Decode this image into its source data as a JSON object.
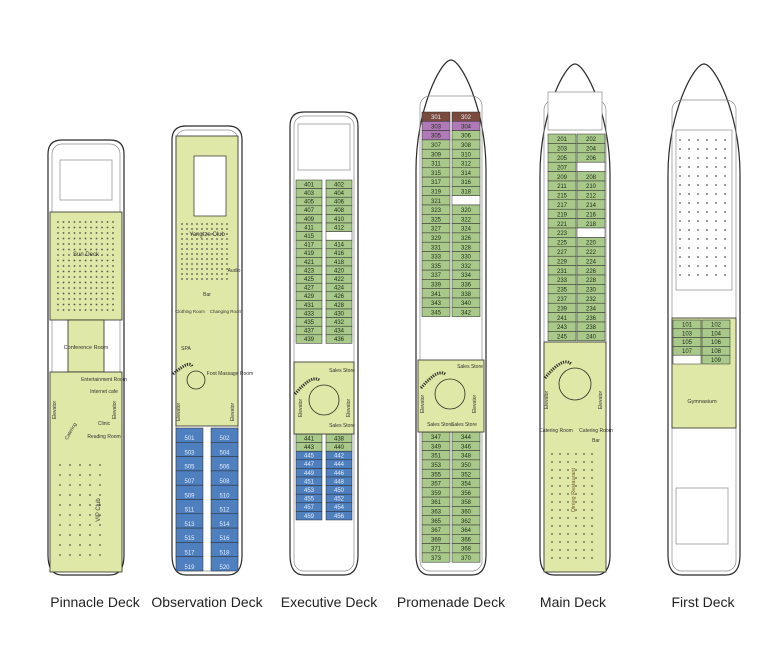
{
  "colors": {
    "outline": "#2a2a2a",
    "detail": "#8a8a8a",
    "public_area": "#dfe8a6",
    "standard_cabin": "#a9c98b",
    "junior_suite": "#4e7fbf",
    "suite_brown": "#7a4a3c",
    "suite_purple": "#b07ab8",
    "label": "#222222"
  },
  "decks": [
    {
      "id": "pinnacle",
      "name": "Pinnacle Deck",
      "areas": [
        "Sun Deck",
        "Conference Room",
        "Entertainment Room",
        "Internet cafe",
        "Elevator",
        "Clinic",
        "Reading Room",
        "Catering",
        "VIP Club"
      ],
      "cabins": []
    },
    {
      "id": "observation",
      "name": "Observation Deck",
      "areas": [
        "Yangtze Club",
        "Bar",
        "Audio",
        "Clothing Room",
        "Changing Room",
        "SPA",
        "Foot Massage Room",
        "Elevator"
      ],
      "cabins": [
        {
          "left": "501",
          "right": "502",
          "type": "junior"
        },
        {
          "left": "503",
          "right": "504",
          "type": "junior"
        },
        {
          "left": "505",
          "right": "506",
          "type": "junior"
        },
        {
          "left": "507",
          "right": "508",
          "type": "junior"
        },
        {
          "left": "509",
          "right": "510",
          "type": "junior"
        },
        {
          "left": "511",
          "right": "512",
          "type": "junior"
        },
        {
          "left": "513",
          "right": "514",
          "type": "junior"
        },
        {
          "left": "515",
          "right": "516",
          "type": "junior"
        },
        {
          "left": "517",
          "right": "518",
          "type": "junior"
        },
        {
          "left": "519",
          "right": "520",
          "type": "junior"
        }
      ]
    },
    {
      "id": "executive",
      "name": "Executive Deck",
      "areas": [
        "Sales Store",
        "Elevator",
        "Sales Store"
      ],
      "cabins": [
        {
          "left": "401",
          "right": "402",
          "type": "standard"
        },
        {
          "left": "403",
          "right": "404",
          "type": "standard"
        },
        {
          "left": "405",
          "right": "406",
          "type": "standard"
        },
        {
          "left": "407",
          "right": "408",
          "type": "standard"
        },
        {
          "left": "409",
          "right": "410",
          "type": "standard"
        },
        {
          "left": "411",
          "right": "412",
          "type": "standard"
        },
        {
          "left": "415",
          "right": "",
          "type": "standard"
        },
        {
          "left": "417",
          "right": "414",
          "type": "standard"
        },
        {
          "left": "419",
          "right": "416",
          "type": "standard"
        },
        {
          "left": "421",
          "right": "418",
          "type": "standard"
        },
        {
          "left": "423",
          "right": "420",
          "type": "standard"
        },
        {
          "left": "425",
          "right": "422",
          "type": "standard"
        },
        {
          "left": "427",
          "right": "424",
          "type": "standard"
        },
        {
          "left": "429",
          "right": "426",
          "type": "standard"
        },
        {
          "left": "431",
          "right": "428",
          "type": "standard"
        },
        {
          "left": "433",
          "right": "430",
          "type": "standard"
        },
        {
          "left": "435",
          "right": "432",
          "type": "standard"
        },
        {
          "left": "437",
          "right": "434",
          "type": "standard"
        },
        {
          "left": "439",
          "right": "436",
          "type": "standard"
        },
        {
          "left": "441",
          "right": "438",
          "type": "standard",
          "after_public": true
        },
        {
          "left": "443",
          "right": "440",
          "type": "standard"
        },
        {
          "left": "445",
          "right": "442",
          "type": "junior"
        },
        {
          "left": "447",
          "right": "444",
          "type": "junior"
        },
        {
          "left": "449",
          "right": "446",
          "type": "junior"
        },
        {
          "left": "451",
          "right": "448",
          "type": "junior"
        },
        {
          "left": "453",
          "right": "450",
          "type": "junior"
        },
        {
          "left": "455",
          "right": "452",
          "type": "junior"
        },
        {
          "left": "457",
          "right": "454",
          "type": "junior"
        },
        {
          "left": "459",
          "right": "456",
          "type": "junior"
        }
      ]
    },
    {
      "id": "promenade",
      "name": "Promenade Deck",
      "areas": [
        "Sales Store",
        "Elevator",
        "Sales Store",
        "Sales Store"
      ],
      "cabins": [
        {
          "left": "301",
          "right": "302",
          "type": "brown"
        },
        {
          "left": "303",
          "right": "304",
          "type": "purple"
        },
        {
          "left": "305",
          "right": "306",
          "type": "mixed"
        },
        {
          "left": "307",
          "right": "308",
          "type": "standard"
        },
        {
          "left": "309",
          "right": "310",
          "type": "standard"
        },
        {
          "left": "311",
          "right": "312",
          "type": "standard"
        },
        {
          "left": "315",
          "right": "314",
          "type": "standard"
        },
        {
          "left": "317",
          "right": "316",
          "type": "standard"
        },
        {
          "left": "319",
          "right": "318",
          "type": "standard"
        },
        {
          "left": "321",
          "right": "",
          "type": "standard"
        },
        {
          "left": "323",
          "right": "320",
          "type": "standard"
        },
        {
          "left": "325",
          "right": "322",
          "type": "standard"
        },
        {
          "left": "327",
          "right": "324",
          "type": "standard"
        },
        {
          "left": "329",
          "right": "326",
          "type": "standard"
        },
        {
          "left": "331",
          "right": "328",
          "type": "standard"
        },
        {
          "left": "333",
          "right": "330",
          "type": "standard"
        },
        {
          "left": "335",
          "right": "332",
          "type": "standard"
        },
        {
          "left": "337",
          "right": "334",
          "type": "standard"
        },
        {
          "left": "339",
          "right": "336",
          "type": "standard"
        },
        {
          "left": "341",
          "right": "338",
          "type": "standard"
        },
        {
          "left": "343",
          "right": "340",
          "type": "standard"
        },
        {
          "left": "345",
          "right": "342",
          "type": "standard"
        },
        {
          "left": "347",
          "right": "344",
          "type": "standard",
          "after_public": true
        },
        {
          "left": "349",
          "right": "346",
          "type": "standard"
        },
        {
          "left": "351",
          "right": "348",
          "type": "standard"
        },
        {
          "left": "353",
          "right": "350",
          "type": "standard"
        },
        {
          "left": "355",
          "right": "352",
          "type": "standard"
        },
        {
          "left": "357",
          "right": "354",
          "type": "standard"
        },
        {
          "left": "359",
          "right": "356",
          "type": "standard"
        },
        {
          "left": "361",
          "right": "358",
          "type": "standard"
        },
        {
          "left": "363",
          "right": "360",
          "type": "standard"
        },
        {
          "left": "365",
          "right": "362",
          "type": "standard"
        },
        {
          "left": "367",
          "right": "364",
          "type": "standard"
        },
        {
          "left": "369",
          "right": "366",
          "type": "standard"
        },
        {
          "left": "371",
          "right": "368",
          "type": "standard"
        },
        {
          "left": "373",
          "right": "370",
          "type": "standard"
        }
      ]
    },
    {
      "id": "main",
      "name": "Main Deck",
      "areas": [
        "Elevator",
        "Catering Room",
        "Catering Room",
        "Bar",
        "Dining Restaurant"
      ],
      "cabins": [
        {
          "left": "201",
          "right": "202",
          "type": "standard"
        },
        {
          "left": "203",
          "right": "204",
          "type": "standard"
        },
        {
          "left": "205",
          "right": "206",
          "type": "standard"
        },
        {
          "left": "207",
          "right": "",
          "type": "standard"
        },
        {
          "left": "209",
          "right": "208",
          "type": "standard"
        },
        {
          "left": "211",
          "right": "210",
          "type": "standard"
        },
        {
          "left": "215",
          "right": "212",
          "type": "standard"
        },
        {
          "left": "217",
          "right": "214",
          "type": "standard"
        },
        {
          "left": "219",
          "right": "216",
          "type": "standard"
        },
        {
          "left": "221",
          "right": "218",
          "type": "standard"
        },
        {
          "left": "223",
          "right": "",
          "type": "standard"
        },
        {
          "left": "225",
          "right": "220",
          "type": "standard"
        },
        {
          "left": "227",
          "right": "222",
          "type": "standard"
        },
        {
          "left": "229",
          "right": "224",
          "type": "standard"
        },
        {
          "left": "231",
          "right": "226",
          "type": "standard"
        },
        {
          "left": "233",
          "right": "228",
          "type": "standard"
        },
        {
          "left": "235",
          "right": "230",
          "type": "standard"
        },
        {
          "left": "237",
          "right": "232",
          "type": "standard"
        },
        {
          "left": "239",
          "right": "234",
          "type": "standard"
        },
        {
          "left": "241",
          "right": "236",
          "type": "standard"
        },
        {
          "left": "243",
          "right": "238",
          "type": "standard"
        },
        {
          "left": "245",
          "right": "240",
          "type": "standard"
        }
      ]
    },
    {
      "id": "first",
      "name": "First Deck",
      "areas": [
        "Gymnasium"
      ],
      "cabins": [
        {
          "left": "101",
          "right": "102",
          "type": "standard"
        },
        {
          "left": "103",
          "right": "104",
          "type": "standard"
        },
        {
          "left": "105",
          "right": "106",
          "type": "standard"
        },
        {
          "left": "107",
          "right": "108",
          "type": "standard"
        },
        {
          "left": "",
          "right": "109",
          "type": "standard"
        }
      ]
    }
  ]
}
